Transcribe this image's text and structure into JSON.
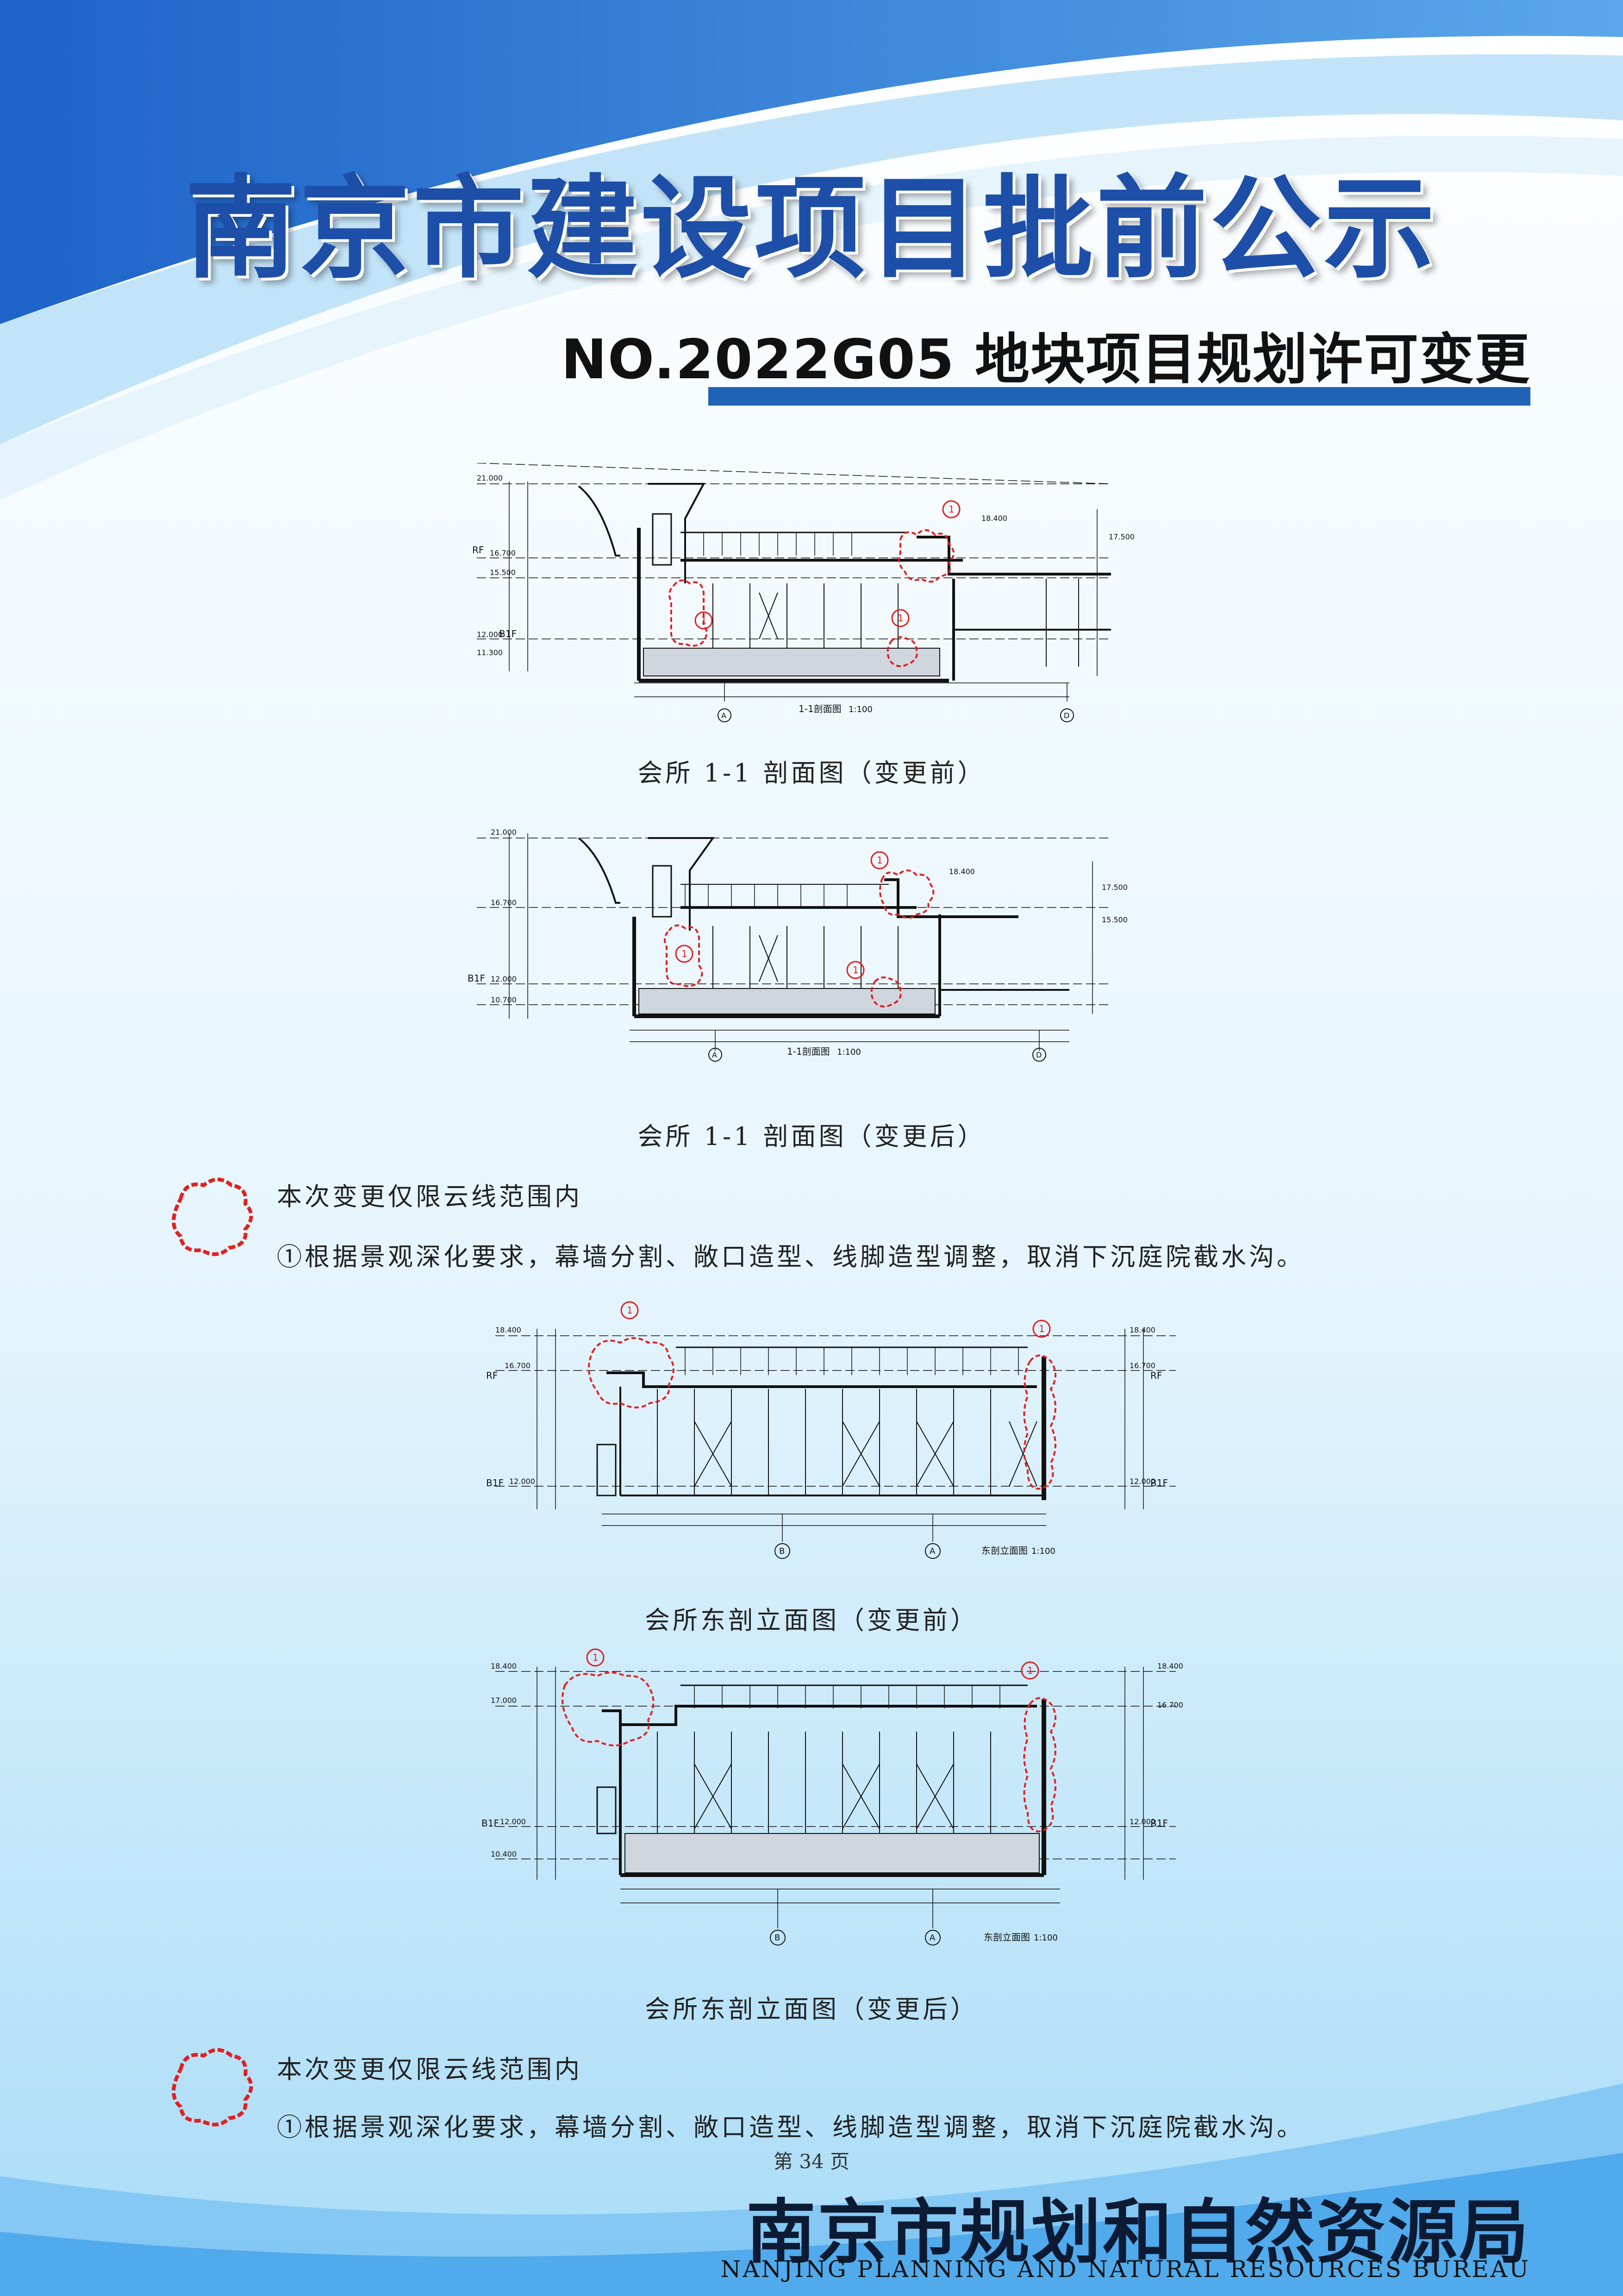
{
  "header": {
    "title": "南京市建设项目批前公示",
    "subtitle": "NO.2022G05 地块项目规划许可变更"
  },
  "drawings": [
    {
      "caption": "会所 1-1 剖面图（变更前）",
      "drawing_title": "1-1剖面图",
      "scale": "1:100",
      "level_labels": [
        "RF",
        "B1F"
      ],
      "elevations": [
        "21.000",
        "16.700",
        "15.500",
        "12.000",
        "11.300",
        "18.400",
        "17.500"
      ],
      "axes": [
        "A",
        "D"
      ],
      "cloud_marker": "1"
    },
    {
      "caption": "会所 1-1 剖面图（变更后）",
      "drawing_title": "1-1剖面图",
      "scale": "1:100",
      "level_labels": [
        "B1F"
      ],
      "elevations": [
        "21.000",
        "16.700",
        "12.000",
        "10.700",
        "18.400",
        "17.500",
        "15.500"
      ],
      "axes": [
        "A",
        "D"
      ],
      "cloud_marker": "1"
    },
    {
      "caption": "会所东剖立面图（变更前）",
      "drawing_title": "东剖立面图",
      "scale": "1:100",
      "level_labels": [
        "RF",
        "B1F"
      ],
      "elevations": [
        "18.400",
        "16.700",
        "12.000"
      ],
      "axes": [
        "B",
        "A"
      ],
      "cloud_marker": "1"
    },
    {
      "caption": "会所东剖立面图（变更后）",
      "drawing_title": "东剖立面图",
      "scale": "1:100",
      "level_labels": [
        "B1F"
      ],
      "elevations": [
        "18.400",
        "17.000",
        "12.000",
        "10.400",
        "16.700"
      ],
      "axes": [
        "B",
        "A"
      ],
      "cloud_marker": "1"
    }
  ],
  "notes": [
    {
      "scope": "本次变更仅限云线范围内",
      "detail": "①根据景观深化要求，幕墙分割、敞口造型、线脚造型调整，取消下沉庭院截水沟。"
    },
    {
      "scope": "本次变更仅限云线范围内",
      "detail": "①根据景观深化要求，幕墙分割、敞口造型、线脚造型调整，取消下沉庭院截水沟。"
    }
  ],
  "footer": {
    "page": "第 34 页",
    "bureau_cn": "南京市规划和自然资源局",
    "bureau_en": "NANJING PLANNING AND NATURAL RESOURCES BUREAU"
  },
  "colors": {
    "brand_blue": "#1d4fa8",
    "bar_blue": "#1f63b5",
    "cloud_red": "#e02020",
    "line_dark": "#111111"
  }
}
